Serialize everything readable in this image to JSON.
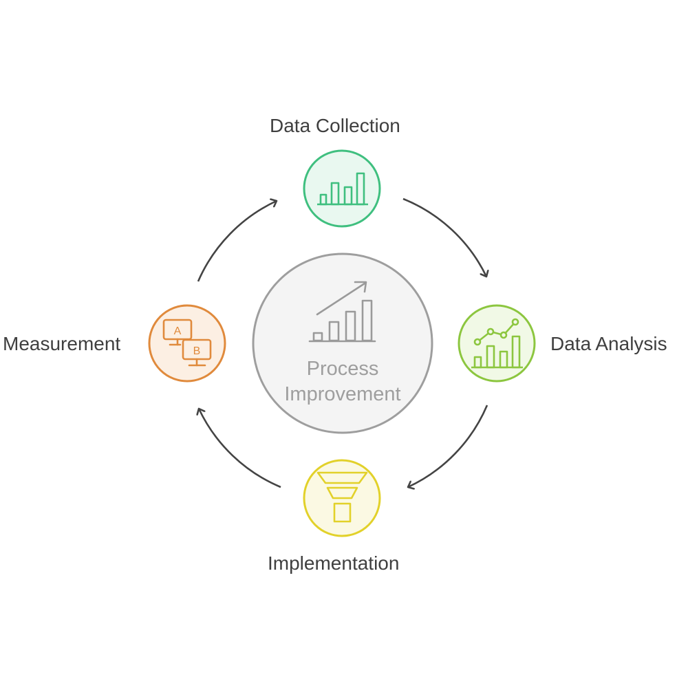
{
  "center": {
    "line1": "Process",
    "line2": "Improvement"
  },
  "nodes": {
    "data_collection": {
      "label": "Data Collection",
      "icon": "bar-chart-icon",
      "color": "#3fbf7f",
      "fill": "#e9f8f0"
    },
    "data_analysis": {
      "label": "Data Analysis",
      "icon": "line-bar-chart-icon",
      "color": "#8cc63f",
      "fill": "#f1f9e6"
    },
    "implementation": {
      "label": "Implementation",
      "icon": "funnel-icon",
      "color": "#e2d12a",
      "fill": "#fbf9e3"
    },
    "measurement": {
      "label": "Measurement",
      "icon": "ab-test-icon",
      "color": "#e08a3c",
      "fill": "#fcefe3"
    }
  },
  "ab_letters": {
    "a": "A",
    "b": "B"
  },
  "colors": {
    "arrow": "#444444",
    "center_stroke": "#9e9e9e",
    "center_fill": "#f4f4f4"
  }
}
